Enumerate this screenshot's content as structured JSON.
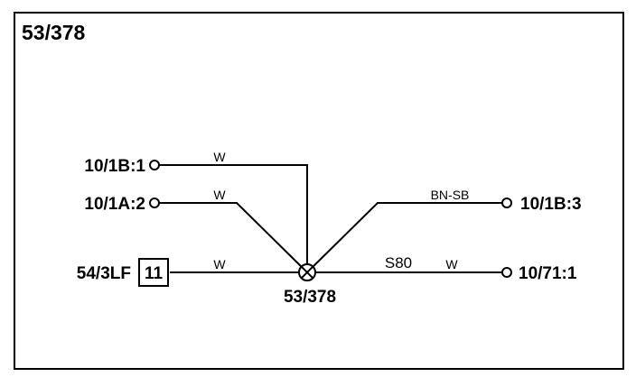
{
  "title": "53/378",
  "splice": {
    "label": "53/378"
  },
  "connectors": {
    "left_1": "10/1B:1",
    "left_2": "10/1A:2",
    "left_3": "54/3LF",
    "left_3_pin": "11",
    "right_1": "10/1B:3",
    "right_2": "10/71:1"
  },
  "wires": {
    "left_1_color": "W",
    "left_2_color": "W",
    "left_3_color": "W",
    "right_1_color": "BN-SB",
    "right_2_color": "W",
    "right_2_splice_ref": "S80"
  },
  "colors": {
    "line": "#000000",
    "background": "#ffffff"
  }
}
